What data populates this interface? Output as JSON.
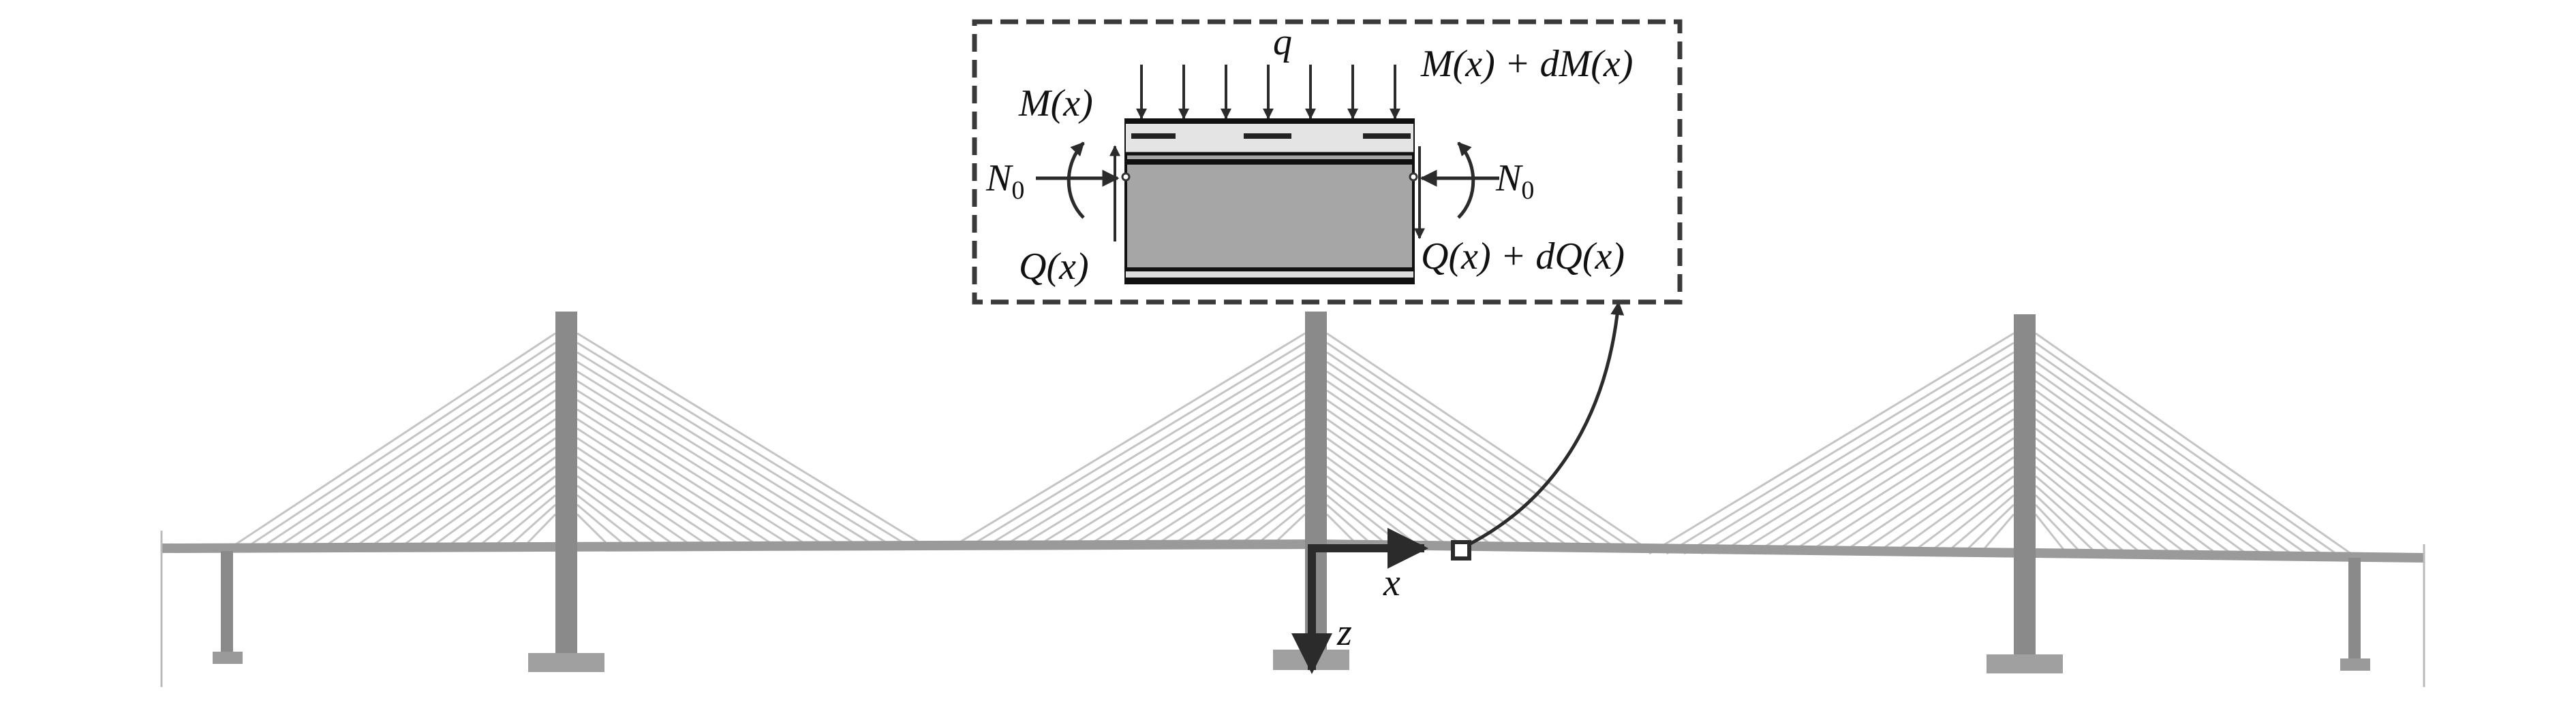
{
  "inset": {
    "load_label": "q",
    "moment_left": "M(x)",
    "moment_right": "M(x) + dM(x)",
    "axial_left": "N",
    "axial_left_sub": "0",
    "axial_right": "N",
    "axial_right_sub": "0",
    "shear_left": "Q(x)",
    "shear_right": "Q(x) + dQ(x)"
  },
  "axes": {
    "x_label": "x",
    "z_label": "z"
  },
  "colors": {
    "ink": "#2b2b2b",
    "tower": "#8a8a8a",
    "cable": "#c4c4c4",
    "deck": "#9a9a9a",
    "beam_core": "#a6a6a6",
    "beam_top": "#e4e4e4"
  }
}
